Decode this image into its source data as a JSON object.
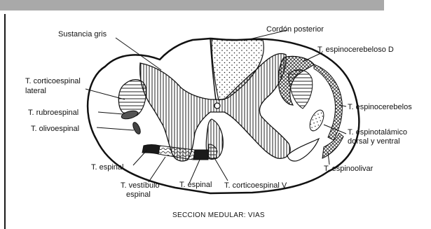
{
  "labels": {
    "sustancia_gris": "Sustancia gris",
    "cordon_posterior": "Cordón posterior",
    "espinocerebeloso_d": "T. espinocerebeloso D",
    "corticoespinal_lateral_1": "T. corticoespinal",
    "corticoespinal_lateral_2": "lateral",
    "rubroespinal": "T. rubroespinal",
    "olivoespinal": "T. olivoespinal",
    "espinocerebelos": "T. espinocerebelos",
    "espinotalamico_1": "T. espinotalámico",
    "espinotalamico_2": "dorsal y ventral",
    "espinal_left": "T. espinal",
    "vestibulo_1": "T. vestíbulo",
    "vestibulo_2": "espinal",
    "espinal_mid": "T. espinal",
    "corticoespinal_v": "T. corticoespinal V",
    "espinoolivar": "T. espinoolivar"
  },
  "caption": "SECCION MEDULAR: VIAS"
}
